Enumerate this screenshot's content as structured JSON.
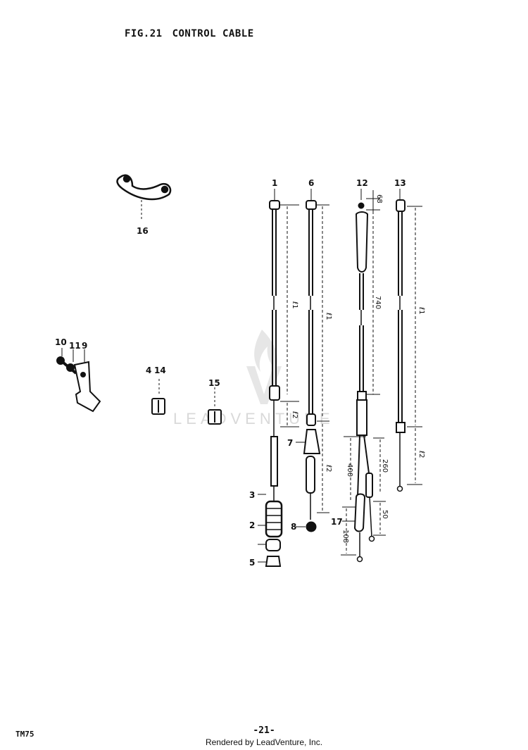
{
  "figure": {
    "fig_label": "FIG.21",
    "title": "CONTROL CABLE"
  },
  "part_numbers": [
    "1",
    "2",
    "3",
    "4",
    "5",
    "6",
    "7",
    "8",
    "9",
    "10",
    "11",
    "12",
    "13",
    "14",
    "15",
    "16",
    "17"
  ],
  "dimensions": {
    "l1_a": "ℓ1",
    "l2_a": "ℓ2",
    "l1_b": "ℓ1",
    "l2_b": "ℓ2",
    "d740": "740",
    "d68": "68",
    "d400": "400",
    "d260": "260",
    "d108": "108",
    "d50": "50",
    "l1_c": "ℓ1",
    "l2_c": "ℓ2"
  },
  "watermark": {
    "brand": "LEADVENTURE"
  },
  "footer": {
    "code": "TM75",
    "page": "-21-",
    "rendered_by": "Rendered by LeadVenture, Inc."
  }
}
